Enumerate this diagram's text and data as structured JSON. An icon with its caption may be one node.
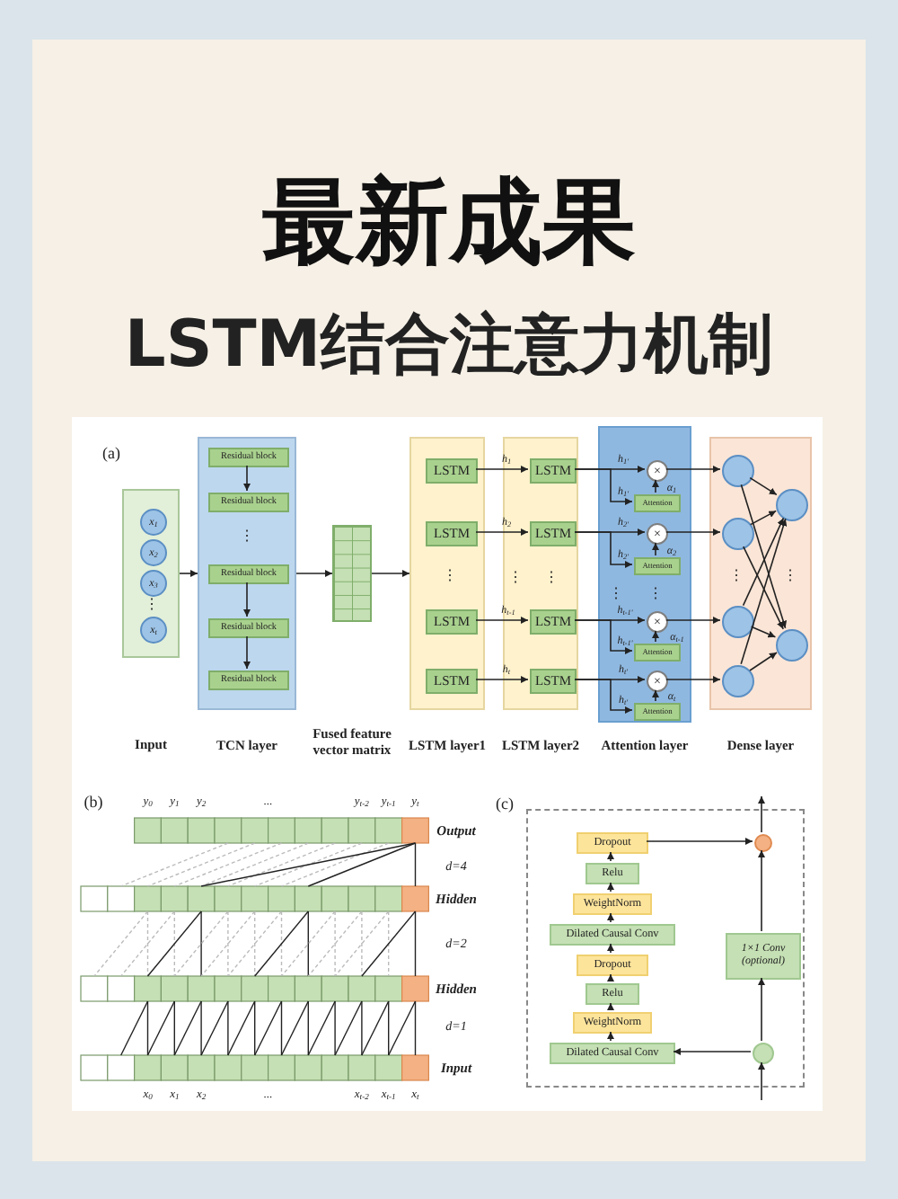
{
  "diagram": {
    "title": "最新成果",
    "nodes": [
      {
        "text": [],
        "shape": "box"
      },
      {
        "text": [
          "x$_{1}$"
        ],
        "in": 0
      },
      {
        "text": [
          "x$_{2}$"
        ],
        "in": 0
      },
      {
        "text": [
          "x$_{3}$"
        ],
        "in": 0
      },
      {
        "text": [
          "x$_{t}$"
        ],
        "in": 0
      },
      {
        "text": [
          "TCN layer"
        ]
      },
      {
        "text": [
          "Residual block"
        ],
        "in": 5
      },
      {
        "text": [
          "Residual block"
        ],
        "in": 5
      },
      {
        "text": [
          "Residual block"
        ],
        "in": 5
      },
      {
        "text": [
          "Residual block"
        ],
        "in": 5
      },
      {
        "text": [
          "Residual block"
        ],
        "in": 5
      },
      {
        "text": [],
        "shape": "box"
      },
      {
        "text": [
          "LSTM layer1"
        ]
      },
      {
        "text": [
          "LSTM"
        ],
        "in": 12
      },
      {
        "text": [
          "LSTM"
        ],
        "in": 12
      },
      {
        "text": [
          "LSTM"
        ],
        "in": 12
      },
      {
        "text": [
          "LSTM"
        ],
        "in": 12
      },
      {
        "text": [
          "LSTM layer2"
        ]
      },
      {
        "text": [
          "LSTM"
        ],
        "in": 17
      },
      {
        "text": [
          "LSTM"
        ],
        "in": 17
      },
      {
        "text": [
          "LSTM"
        ],
        "in": 17
      },
      {
        "text": [
          "LSTM"
        ],
        "in": 17
      },
      {
        "text": [
          "Attention layer"
        ]
      },
      {
        "text": [
          "×"
        ],
        "in": 22
      },
      {
        "text": [
          "Attention"
        ],
        "in": 22
      },
      {
        "text": [
          "×"
        ],
        "in": 22
      },
      {
        "text": [
          "Attention"
        ],
        "in": 22
      },
      {
        "text": [
          "×"
        ],
        "in": 22
      },
      {
        "text": [
          "Attention"
        ],
        "in": 22
      },
      {
        "text": [
          "×"
        ],
        "in": 22
      },
      {
        "text": [
          "Attention"
        ],
        "in": 22
      },
      {
        "text": [
          "Dense layer"
        ]
      },
      {
        "text": [],
        "shape": "circle",
        "in": 31
      },
      {
        "text": [],
        "shape": "circle",
        "in": 31
      },
      {
        "text": [],
        "shape": "circle",
        "in": 31
      },
      {
        "text": [],
        "shape": "circle",
        "in": 31
      },
      {
        "text": [],
        "shape": "circle",
        "in": 31
      },
      {
        "text": [],
        "shape": "circle",
        "in": 31
      },
      {
        "text": [],
        "shape": "box"
      },
      {
        "text": [
          "Dropout"
        ],
        "in": 38
      },
      {
        "text": [
          "Relu"
        ],
        "in": 38
      },
      {
        "text": [
          "WeightNorm"
        ],
        "in": 38
      },
      {
        "text": [
          "Dilated Causal Conv"
        ],
        "in": 38
      },
      {
        "text": [
          "Dropout"
        ],
        "in": 38
      },
      {
        "text": [
          "Relu"
        ],
        "in": 38
      },
      {
        "text": [
          "WeightNorm"
        ],
        "in": 38
      },
      {
        "text": [
          "Dilated Causal Conv"
        ],
        "in": 38
      },
      {
        "text": [],
        "shape": "circle",
        "in": 38
      },
      {
        "text": [
          "1×1 Conv (optional)"
        ],
        "in": 38
      },
      {
        "text": [],
        "shape": "circle",
        "in": 38
      }
    ],
    "edges": [
      {
        "from": 0,
        "to": 5,
        "arrow": "to"
      },
      {
        "from": 5,
        "to": 11,
        "arrow": "to"
      },
      {
        "from": 11,
        "to": 12,
        "arrow": "to"
      },
      {
        "from": 6,
        "to": 7,
        "arrow": "to"
      },
      {
        "from": 8,
        "to": 9,
        "arrow": "to"
      },
      {
        "from": 9,
        "to": 10,
        "arrow": "to"
      },
      {
        "from": 13,
        "to": 18,
        "arrow": "to",
        "label": "h$_{1}$"
      },
      {
        "from": 14,
        "to": 19,
        "arrow": "to",
        "label": "h$_{2}$"
      },
      {
        "from": 15,
        "to": 20,
        "arrow": "to",
        "label": "h$_{t-1}$"
      },
      {
        "from": 16,
        "to": 21,
        "arrow": "to",
        "label": "h$_{t}$"
      },
      {
        "from": 18,
        "to": 23,
        "arrow": "to",
        "label": "h$_{1'}$"
      },
      {
        "from": 18,
        "to": 24,
        "arrow": "to",
        "label": "h$_{1'}$"
      },
      {
        "from": 19,
        "to": 25,
        "arrow": "to",
        "label": "h$_{2'}$"
      },
      {
        "from": 19,
        "to": 26,
        "arrow": "to",
        "label": "h$_{2'}$"
      },
      {
        "from": 20,
        "to": 27,
        "arrow": "to",
        "label": "h$_{t-1'}$"
      },
      {
        "from": 20,
        "to": 28,
        "arrow": "to",
        "label": "h$_{t-1'}$"
      },
      {
        "from": 21,
        "to": 29,
        "arrow": "to",
        "label": "h$_{t'}$"
      },
      {
        "from": 21,
        "to": 30,
        "arrow": "to",
        "label": "h$_{t'}$"
      },
      {
        "from": 24,
        "to": 23,
        "arrow": "to",
        "label": "α$_{1}$"
      },
      {
        "from": 26,
        "to": 25,
        "arrow": "to",
        "label": "α$_{2}$"
      },
      {
        "from": 28,
        "to": 27,
        "arrow": "to",
        "label": "α$_{t-1}$"
      },
      {
        "from": 30,
        "to": 29,
        "arrow": "to",
        "label": "α$_{t}$"
      },
      {
        "from": 23,
        "to": 32,
        "arrow": "to"
      },
      {
        "from": 25,
        "to": 33,
        "arrow": "to"
      },
      {
        "from": 27,
        "to": 34,
        "arrow": "to"
      },
      {
        "from": 29,
        "to": 35,
        "arrow": "to"
      },
      {
        "from": 32,
        "to": 36,
        "arrow": "to"
      },
      {
        "from": 32,
        "to": 37,
        "arrow": "to"
      },
      {
        "from": 33,
        "to": 36,
        "arrow": "to"
      },
      {
        "from": 33,
        "to": 37,
        "arrow": "to"
      },
      {
        "from": 34,
        "to": 36,
        "arrow": "to"
      },
      {
        "from": 34,
        "to": 37,
        "arrow": "to"
      },
      {
        "from": 35,
        "to": 36,
        "arrow": "to"
      },
      {
        "from": 35,
        "to": 37,
        "arrow": "to"
      },
      {
        "from": 46,
        "to": 45,
        "arrow": "to"
      },
      {
        "from": 45,
        "to": 44,
        "arrow": "to"
      },
      {
        "from": 44,
        "to": 43,
        "arrow": "to"
      },
      {
        "from": 43,
        "to": 42,
        "arrow": "to"
      },
      {
        "from": 42,
        "to": 41,
        "arrow": "to"
      },
      {
        "from": 41,
        "to": 40,
        "arrow": "to"
      },
      {
        "from": 40,
        "to": 39,
        "arrow": "to"
      },
      {
        "from": 39,
        "to": 47,
        "arrow": "to"
      },
      {
        "from": 49,
        "to": 46,
        "arrow": "to"
      },
      {
        "from": 49,
        "to": 48,
        "arrow": "to"
      },
      {
        "from": 48,
        "to": 47,
        "arrow": "to"
      },
      {
        "from": null,
        "to": 49,
        "arrow": "to"
      },
      {
        "from": 47,
        "to": null,
        "arrow": "to"
      }
    ],
    "labels": [
      "LSTM结合注意力机制",
      "(a)",
      "⋮",
      "⋮",
      "⋮",
      "⋮",
      "⋮",
      "⋮",
      "⋮",
      "⋮",
      "⋮",
      "Input",
      "Fused feature vector matrix",
      "(b)",
      "y$_{0}$",
      "y$_{1}$",
      "y$_{2}$",
      "...",
      "y$_{t-2}$",
      "y$_{t-1}$",
      "y$_{t}$",
      "Output",
      "d=4",
      "Hidden",
      "d=2",
      "Hidden",
      "d=1",
      "Input",
      "x$_{0}$",
      "x$_{1}$",
      "x$_{2}$",
      "...",
      "x$_{t-2}$",
      "x$_{t-1}$",
      "x$_{t}$",
      "(c)"
    ]
  }
}
